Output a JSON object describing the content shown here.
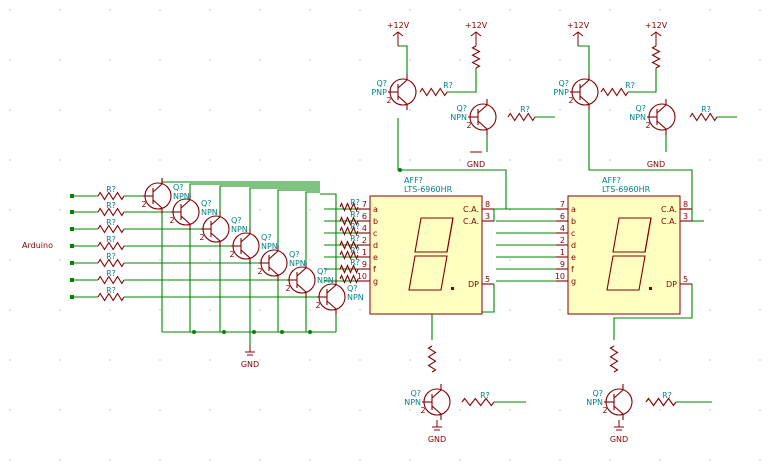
{
  "net_labels": {
    "v12": "+12V",
    "gnd": "GND",
    "arduino": "Arduino"
  },
  "display": {
    "ref": "AFF?",
    "part": "LTS-6960HR",
    "pins_left": [
      {
        "num": "7",
        "name": "a"
      },
      {
        "num": "6",
        "name": "b"
      },
      {
        "num": "4",
        "name": "c"
      },
      {
        "num": "2",
        "name": "d"
      },
      {
        "num": "1",
        "name": "e"
      },
      {
        "num": "9",
        "name": "f"
      },
      {
        "num": "10",
        "name": "g"
      }
    ],
    "pins_right": [
      {
        "num": "8",
        "name": "C.A."
      },
      {
        "num": "3",
        "name": "C.A."
      },
      {
        "num": "5",
        "name": "DP"
      }
    ]
  },
  "transistor": {
    "ref": "Q?",
    "npn": "NPN",
    "pnp": "PNP",
    "pin_base": "2"
  },
  "resistor_ref": "R?",
  "colors": {
    "wire": "#008400",
    "component": "#840000",
    "body_fill": "#ffffc2",
    "reference": "#008484",
    "label": "#000084"
  }
}
